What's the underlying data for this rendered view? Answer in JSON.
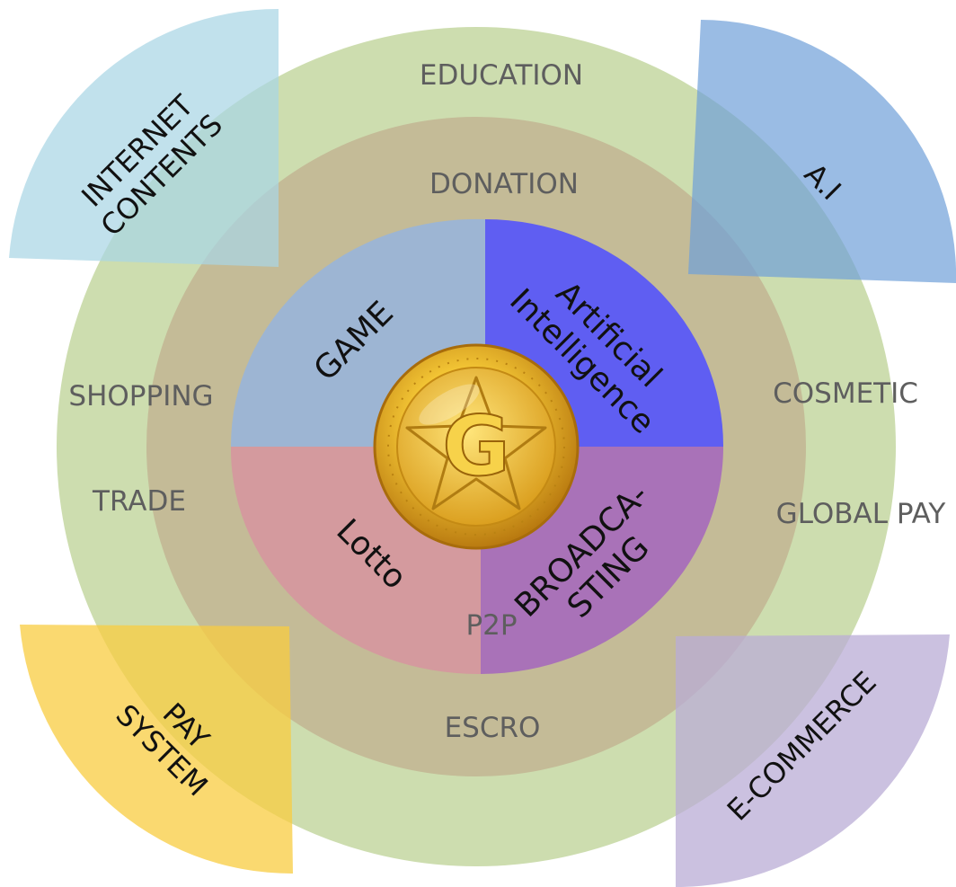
{
  "diagram": {
    "outer_ring_labels": {
      "top": "EDUCATION",
      "left_upper": "SHOPPING",
      "right_upper": "COSMETIC",
      "bottom": "ESCRO"
    },
    "middle_ring_labels": {
      "top": "DONATION",
      "left_lower": "TRADE",
      "right_lower": "GLOBAL PAY",
      "bottom": "P2P"
    },
    "corner_petals": {
      "top_left": {
        "line1": "INTERNET",
        "line2": "CONTENTS",
        "color": "#a9d6e4"
      },
      "top_right": {
        "line1": "A.I",
        "color": "#6f9fd8"
      },
      "bottom_left": {
        "line1": "PAY",
        "line2": "SYSTEM",
        "color": "#f8cc40"
      },
      "bottom_right": {
        "line1": "E-COMMERCE",
        "color": "#b9acd6"
      }
    },
    "quadrants": {
      "top_left": {
        "line1": "GAME",
        "color": "#9db5d3"
      },
      "top_right": {
        "line1": "Artificial",
        "line2": "Intelligence",
        "color": "#5f5ef2"
      },
      "bottom_left": {
        "line1": "Lotto",
        "color": "#d49a9e"
      },
      "bottom_right": {
        "line1": "BROADCA-",
        "line2": "STING",
        "color": "#a972b8"
      }
    },
    "center_coin": {
      "letter": "G"
    },
    "colors": {
      "outer_ring": "#c4d7a1",
      "middle_ring": "#c3b896",
      "coin_gold": "#f2c230"
    }
  }
}
